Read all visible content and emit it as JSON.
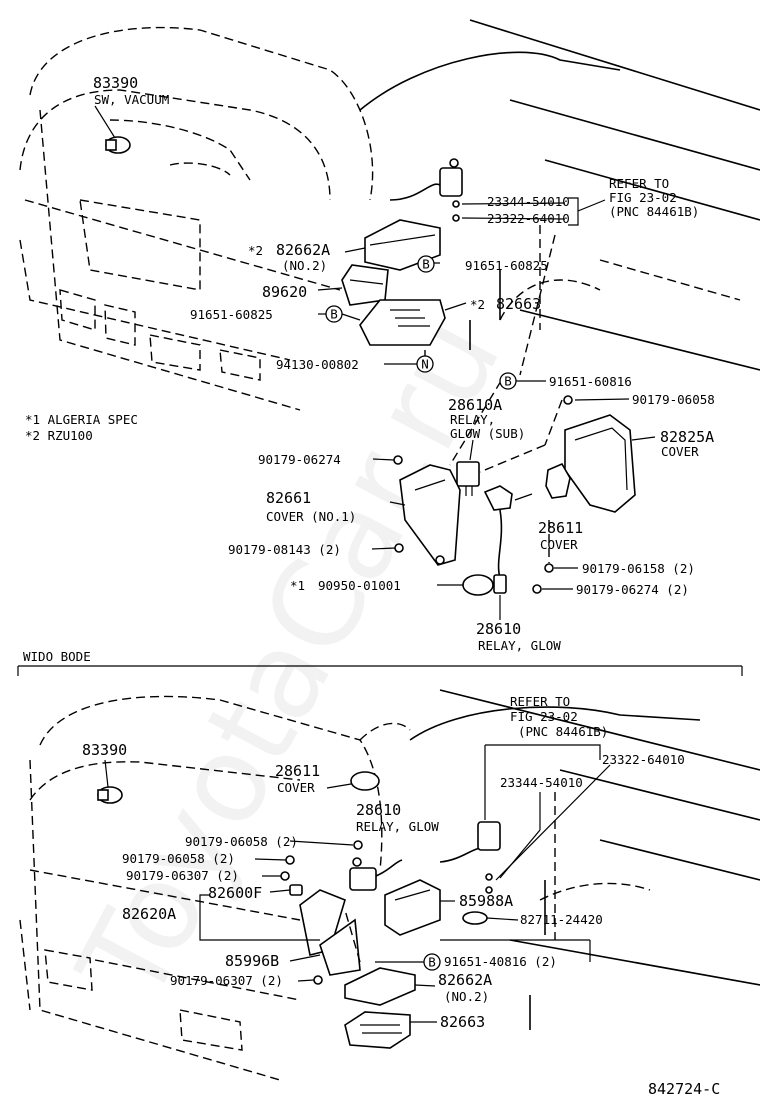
{
  "top": {
    "labels": {
      "p83390": "83390",
      "sw_vacuum": "SW, VACUUM",
      "refer_to": "REFER TO",
      "fig_ref": "FIG 23-02",
      "pnc_ref": "(PNC 84461B)",
      "p23344": "23344-54010",
      "p23322": "23322-64010",
      "star2_a": "*2",
      "p82662a": "82662A",
      "no2": "(NO.2)",
      "p91651_60825_a": "91651-60825",
      "p89620": "89620",
      "star2_b": "*2",
      "p82663": "82663",
      "p91651_60825_b": "91651-60825",
      "p94130": "94130-00802",
      "p91651_60816": "91651-60816",
      "p28610a": "28610A",
      "relay": "RELAY,",
      "glow_sub": "GLOW (SUB)",
      "p90179_06058": "90179-06058",
      "p82825a": "82825A",
      "cover_82825a": "COVER",
      "p90179_06274_a": "90179-06274",
      "p82661": "82661",
      "cover_no1": "COVER (NO.1)",
      "p28611": "28611",
      "cover_28611": "COVER",
      "p90179_08143": "90179-08143 (2)",
      "p90179_06158": "90179-06158 (2)",
      "star1": "*1",
      "p90950": "90950-01001",
      "p90179_06274_b": "90179-06274 (2)",
      "p28610": "28610",
      "relay_glow": "RELAY, GLOW",
      "note1": "*1 ALGERIA SPEC",
      "note2": "*2 RZU100"
    },
    "markers": {
      "b1": "B",
      "b2": "B",
      "n": "N",
      "b3": "B"
    }
  },
  "bottom": {
    "section_title": "WIDO BODE",
    "labels": {
      "refer_to": "REFER TO",
      "fig_ref": "FIG 23-02",
      "pnc_ref": "(PNC 84461B)",
      "p83390": "83390",
      "p23322": "23322-64010",
      "p28611": "28611",
      "cover": "COVER",
      "p23344": "23344-54010",
      "p28610": "28610",
      "relay_glow": "RELAY, GLOW",
      "p90179_06058_a": "90179-06058 (2)",
      "p90179_06058_b": "90179-06058 (2)",
      "p90179_06307_a": "90179-06307 (2)",
      "p82600f": "82600F",
      "p85988a": "85988A",
      "p82620a": "82620A",
      "p82711": "82711-24420",
      "p85996b": "85996B",
      "p91651_40816": "91651-40816 (2)",
      "p90179_06307_b": "90179-06307 (2)",
      "p82662a": "82662A",
      "no2": "(NO.2)",
      "p82663": "82663"
    },
    "markers": {
      "b1": "B"
    }
  },
  "footer": {
    "diagram_code": "842724-C"
  },
  "watermark": {
    "text": "ToyotaCar.ru"
  }
}
